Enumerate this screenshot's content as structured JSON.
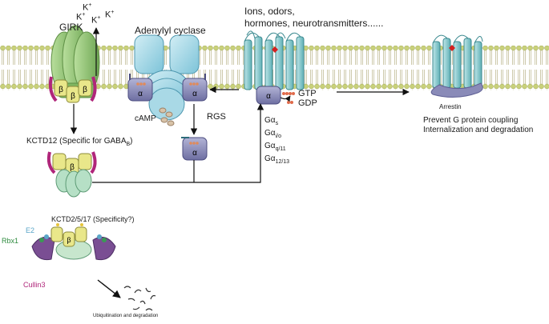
{
  "labels": {
    "k_ions": [
      "K",
      "K",
      "K",
      "K"
    ],
    "k_charge": "+",
    "girk": "GIRK",
    "adenylyl_cyclase": "Adenylyl cyclase",
    "stimuli_line1": "Ions, odors,",
    "stimuli_line2": "hormones, neurotransmitters......",
    "camp": "cAMP",
    "rgs": "RGS",
    "gtp": "GTP",
    "gdp": "GDP",
    "g_alpha_prefix": "Gα",
    "g_alpha_subs": [
      "s",
      "i/o",
      "q/11",
      "12/13"
    ],
    "arrestin": "Arrestin",
    "arrestin_effect_1": "Prevent G protein coupling",
    "arrestin_effect_2": "Internalization and degradation",
    "kctd12": "KCTD12 (Specific for GABA",
    "kctd12_sub": "B",
    "kctd12_close": ")",
    "kctd2517": "KCTD2/5/17 (Specificity?)",
    "e2": "E2",
    "rbx1": "Rbx1",
    "cullin3": "Cullin3",
    "ubiquitination": "Ubiquitination and degradation",
    "alpha": "α",
    "beta": "β"
  },
  "colors": {
    "membrane_head": "#c9d17a",
    "membrane_tail": "#e8e2b8",
    "girk_green": "#8fc36f",
    "cyclase_blue": "#a9d9e6",
    "receptor_teal": "#7fc4c8",
    "alpha_purple": "#8a8bb8",
    "beta_yellow": "#e9e78a",
    "magenta": "#b0267a",
    "cullin_purple": "#7a4e93",
    "rbx_green": "#2e8b3e",
    "e2_blue": "#5aa6c8",
    "red_ligand": "#d42020"
  },
  "icons": [
    "arrow-icon",
    "helix-icon",
    "ligand-icon"
  ]
}
